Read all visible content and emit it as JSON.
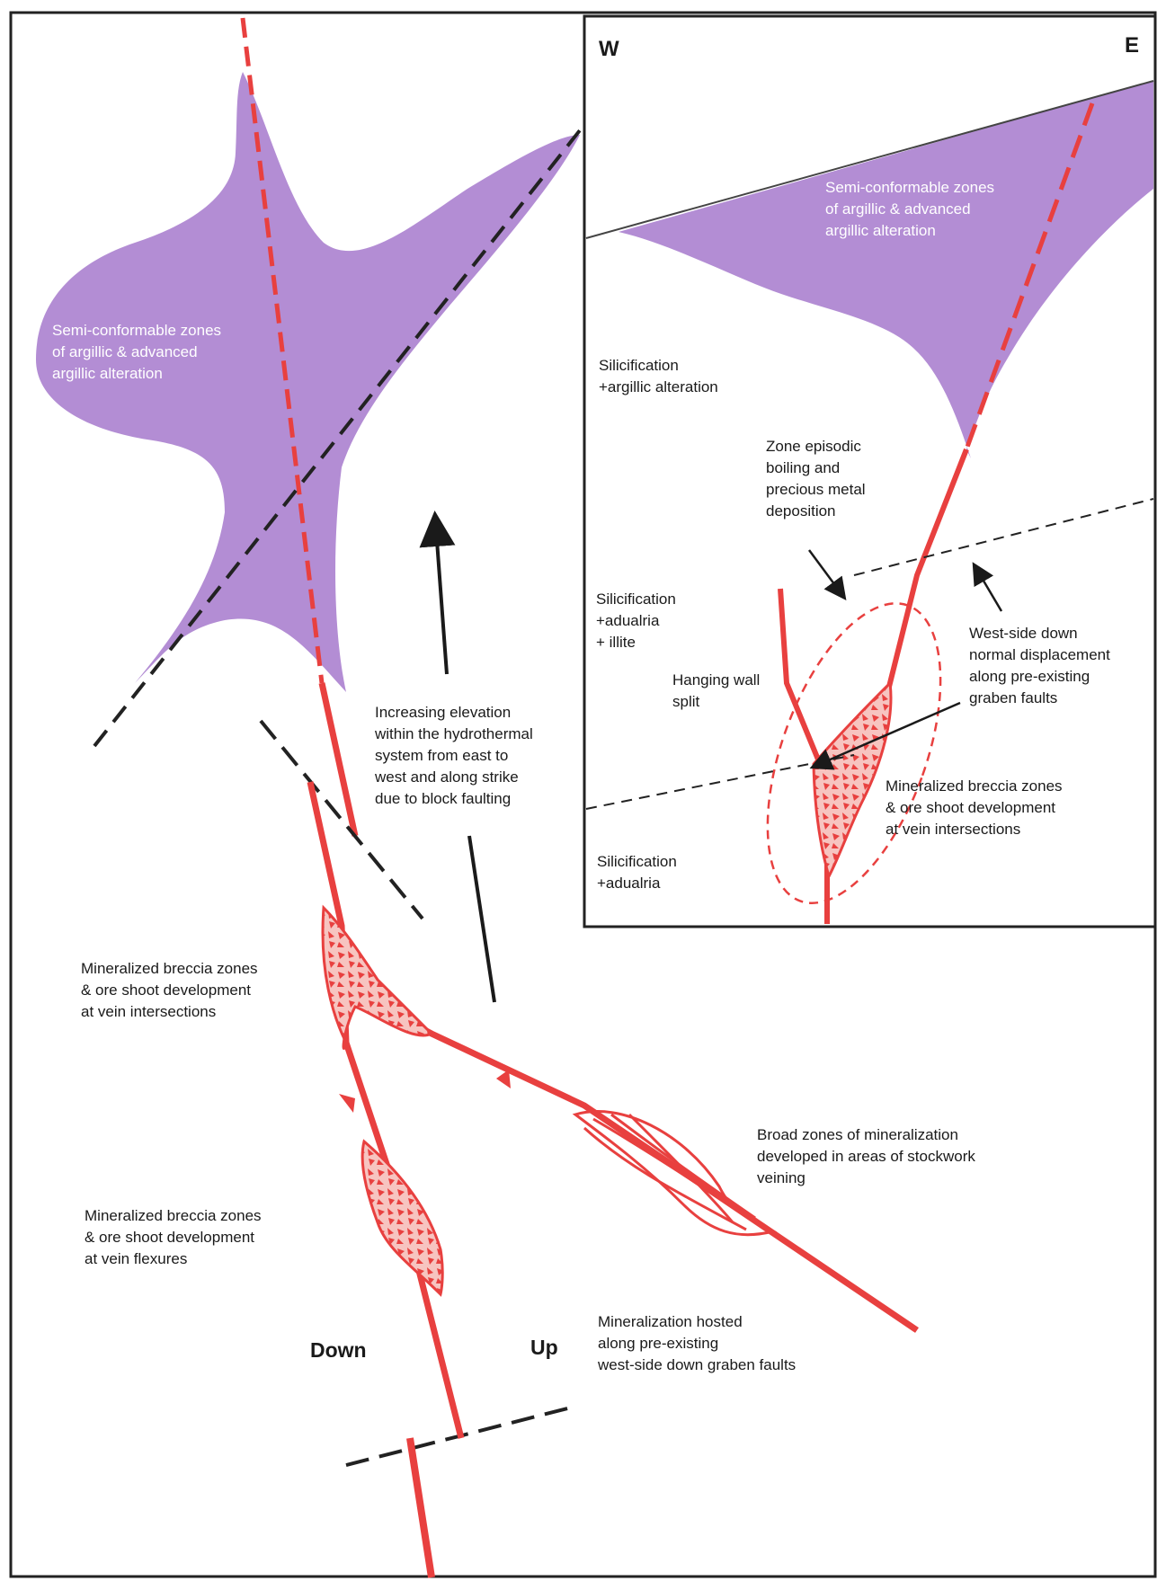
{
  "colors": {
    "alteration_fill": "#b38dd4",
    "vein_red": "#e8403f",
    "breccia_fill": "#f7c4c0",
    "fault_dash": "#222222",
    "frame": "#222222"
  },
  "main": {
    "alteration_label": [
      "Semi-conformable zones",
      "of argillic & advanced",
      "argillic alteration"
    ],
    "elevation_note": [
      "Increasing elevation",
      "within the hydrothermal",
      "system from east to",
      "west and along strike",
      "due to block faulting"
    ],
    "breccia_intersections": [
      "Mineralized breccia zones",
      "& ore shoot development",
      "at vein intersections"
    ],
    "breccia_flexures": [
      "Mineralized breccia zones",
      "& ore shoot development",
      "at vein flexures"
    ],
    "stockwork": [
      "Broad zones of mineralization",
      "developed in areas of stockwork",
      "veining"
    ],
    "graben_hosted": [
      "Mineralization hosted",
      "along pre-existing",
      "west-side down graben faults"
    ],
    "down_label": "Down",
    "up_label": "Up"
  },
  "inset": {
    "west_label": "W",
    "east_label": "E",
    "alteration_label": [
      "Semi-conformable zones",
      "of argillic & advanced",
      "argillic alteration"
    ],
    "silicification_argillic": [
      "Silicification",
      "+argillic alteration"
    ],
    "silicification_adularia_illite": [
      "Silicification",
      "+adualria",
      "+ illite"
    ],
    "silicification_adularia": [
      "Silicification",
      "+adualria"
    ],
    "boiling_zone": [
      "Zone episodic",
      "boiling and",
      "precious metal",
      "deposition"
    ],
    "hanging_wall": [
      "Hanging wall",
      "split"
    ],
    "west_side_down": [
      "West-side down",
      "normal displacement",
      "along pre-existing",
      "graben faults"
    ],
    "breccia_intersections": [
      "Mineralized breccia zones",
      "& ore shoot development",
      "at vein intersections"
    ]
  }
}
